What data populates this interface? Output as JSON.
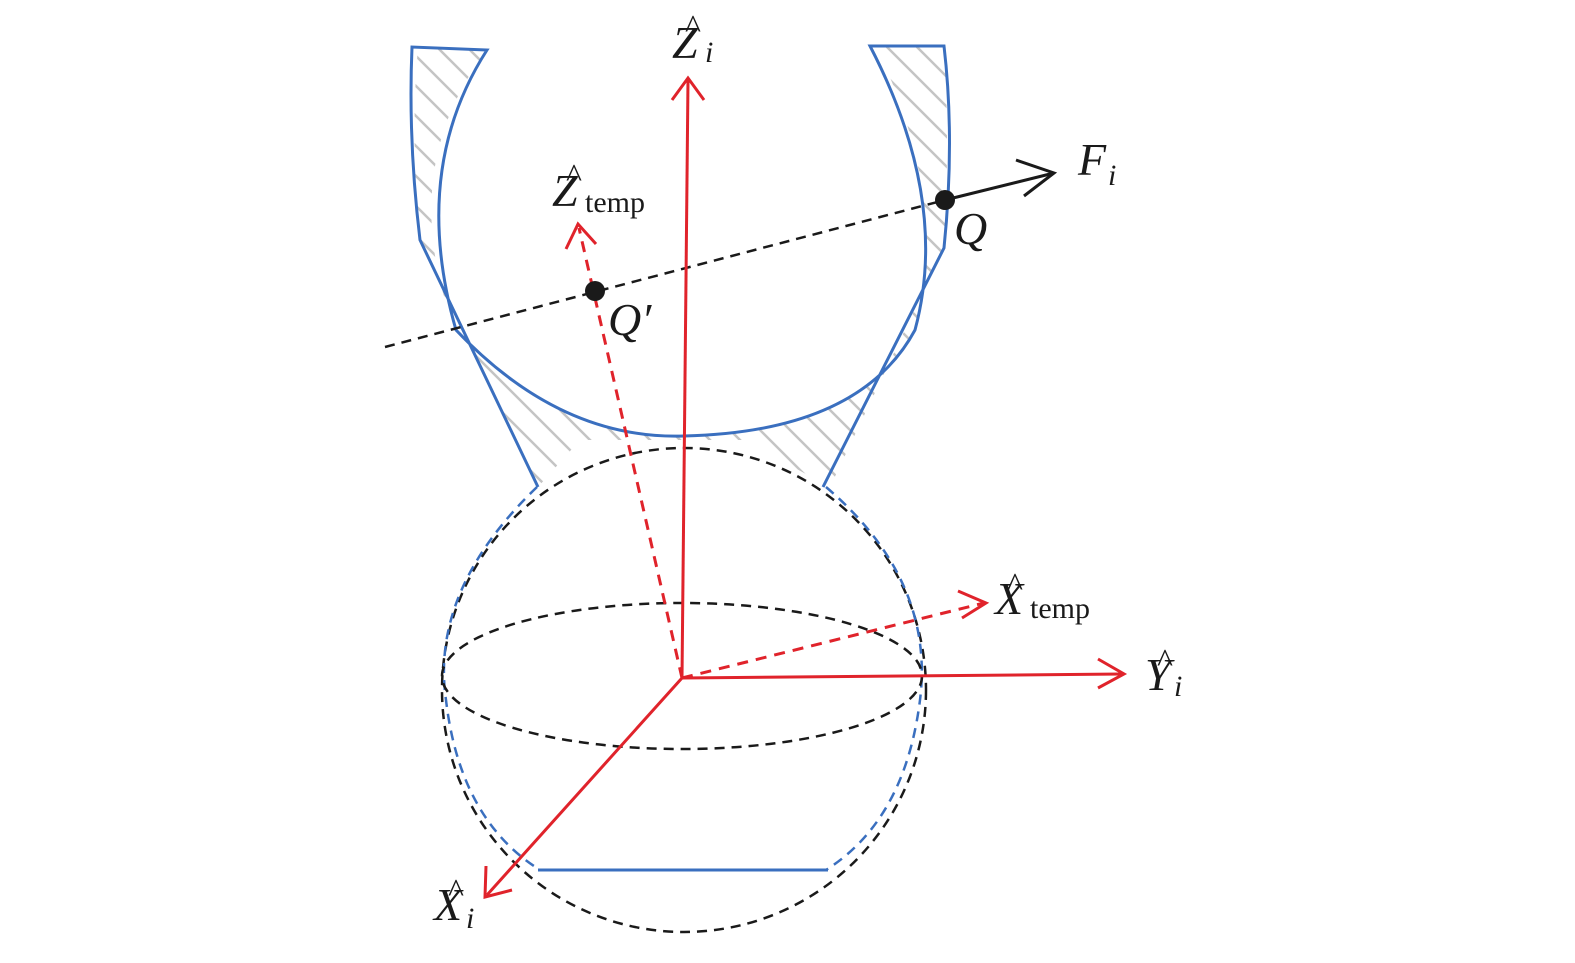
{
  "colors": {
    "axis": "#e0232b",
    "socket": "#3a6fbf",
    "hatch": "#c4c4c4",
    "ink": "#1a1a1a"
  },
  "labels": {
    "z_axis": {
      "base": "Z",
      "hat": "^",
      "sub": "i"
    },
    "y_axis": {
      "base": "Y",
      "hat": "^",
      "sub": "i"
    },
    "x_axis": {
      "base": "X",
      "hat": "^",
      "sub": "i"
    },
    "z_temp": {
      "base": "Z",
      "hat": "^",
      "sub": "temp"
    },
    "x_temp": {
      "base": "X",
      "hat": "^",
      "sub": "temp"
    },
    "force": {
      "base": "F",
      "sub": "i"
    },
    "point_q": "Q",
    "point_q_prime": "Q′"
  }
}
